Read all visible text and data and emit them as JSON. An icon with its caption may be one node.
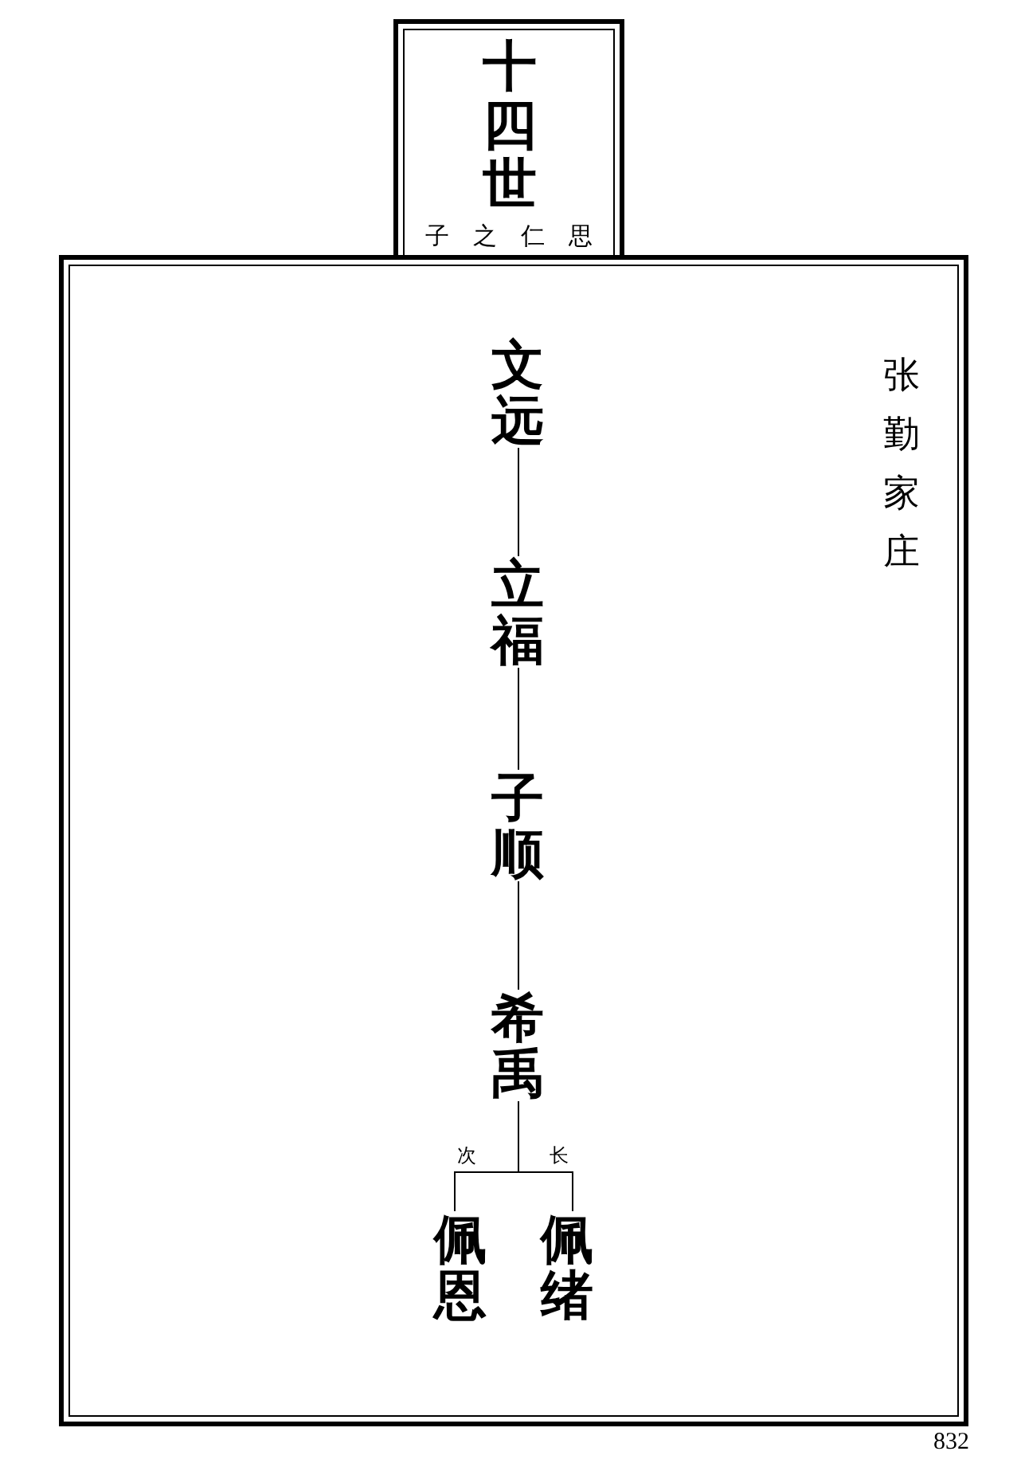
{
  "diagram": {
    "nodes": [
      {
        "text": [
          "十四世",
          "子之仁思"
        ]
      },
      {
        "text": [
          "张勤家庄"
        ]
      },
      {
        "text": [
          "文远"
        ],
        "in": 1
      },
      {
        "text": [
          "立福"
        ],
        "in": 1
      },
      {
        "text": [
          "子顺"
        ],
        "in": 1
      },
      {
        "text": [
          "希禹"
        ],
        "in": 1
      },
      {
        "text": [
          "佩恩"
        ],
        "in": 1
      },
      {
        "text": [
          "佩绪"
        ],
        "in": 1
      }
    ],
    "edges": [
      {
        "from": 2,
        "to": 3,
        "arrow": "none"
      },
      {
        "from": 3,
        "to": 4,
        "arrow": "none"
      },
      {
        "from": 4,
        "to": 5,
        "arrow": "none"
      },
      {
        "from": 5,
        "to": 6,
        "arrow": "none",
        "label": "次"
      },
      {
        "from": 5,
        "to": 7,
        "arrow": "none",
        "label": "长"
      }
    ],
    "labels": [
      "832"
    ]
  }
}
